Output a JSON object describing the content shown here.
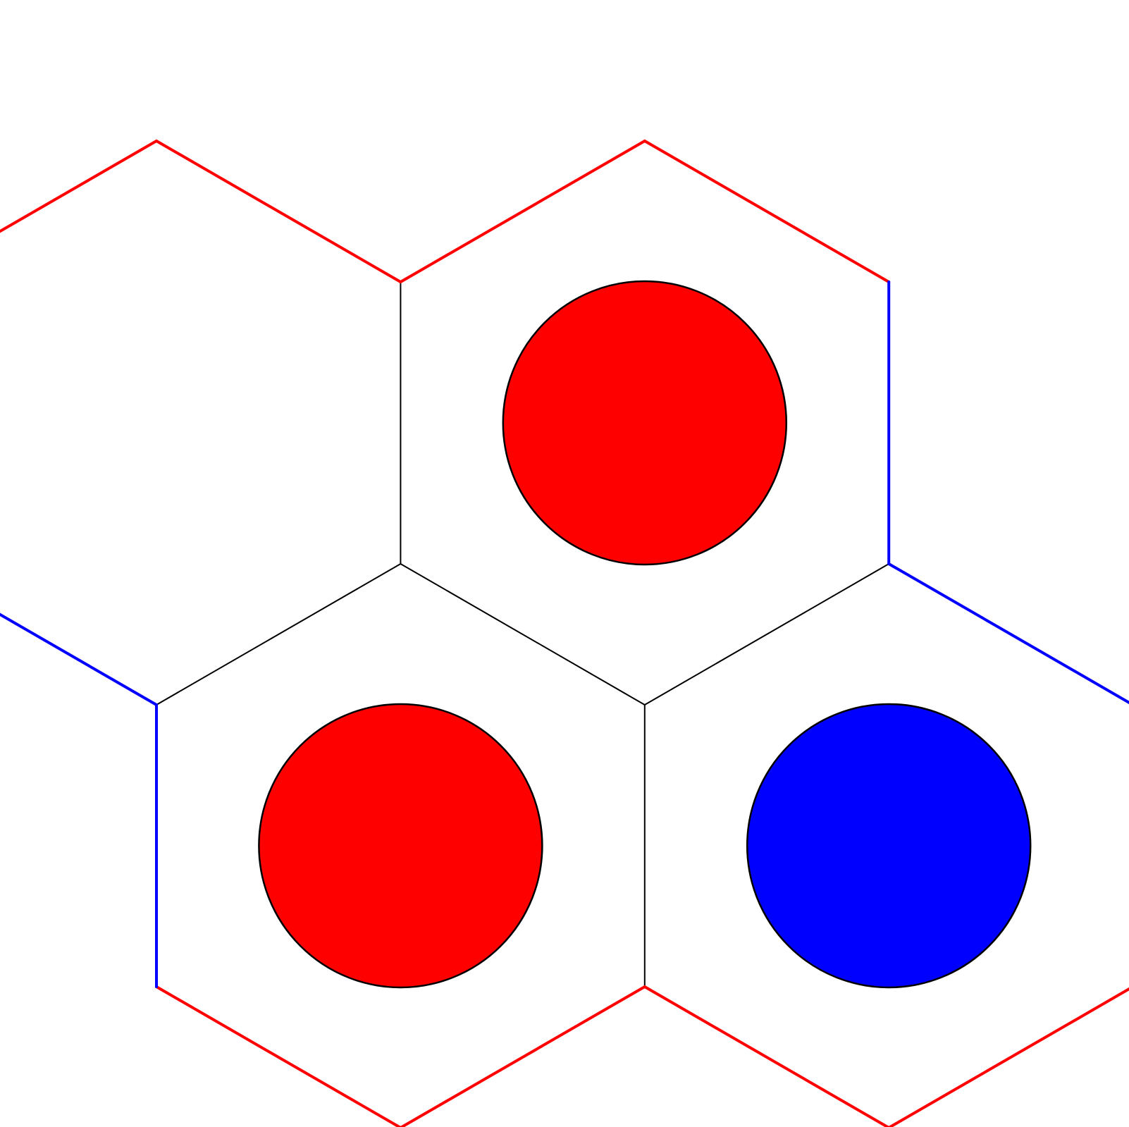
{
  "game": {
    "type": "hex",
    "board": {
      "columns": 2,
      "rows": 2,
      "edge_colors": {
        "red": "#ff0000",
        "blue": "#0000ff",
        "inner": "#000000"
      }
    },
    "cells": [
      {
        "name": "cell-a1",
        "row": 0,
        "col": 0,
        "stone": null
      },
      {
        "name": "cell-b1",
        "row": 0,
        "col": 1,
        "stone": "red"
      },
      {
        "name": "cell-a2",
        "row": 1,
        "col": 0,
        "stone": "red"
      },
      {
        "name": "cell-b2",
        "row": 1,
        "col": 1,
        "stone": "blue"
      }
    ],
    "stone_colors": {
      "red": "#ff0000",
      "blue": "#0000ff"
    }
  }
}
